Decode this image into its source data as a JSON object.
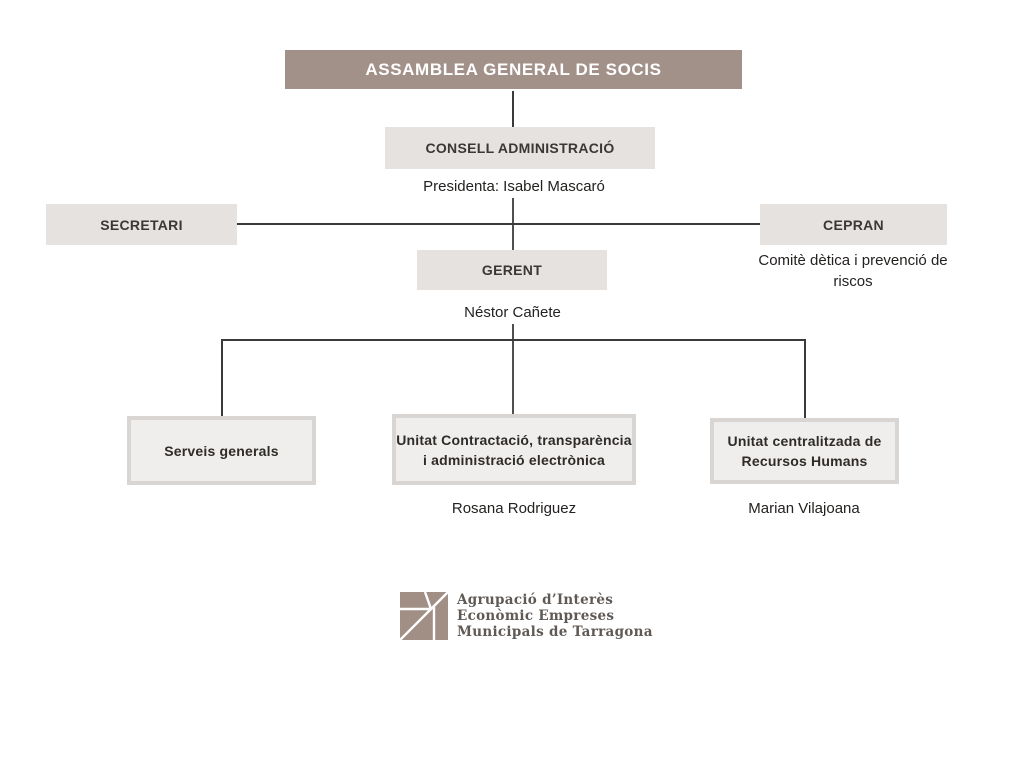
{
  "colors": {
    "root_box_bg": "#a29189",
    "gray_box_bg": "#e6e2df",
    "unit_box_bg": "#f0eeec",
    "unit_box_border": "#d9d5d2",
    "connector_line": "#3a3a3a",
    "logo_mark": "#a18f85",
    "logo_text": "#5f5a55"
  },
  "nodes": {
    "assamblea": {
      "label": "ASSAMBLEA GENERAL DE SOCIS"
    },
    "consell": {
      "label": "CONSELL ADMINISTRACIÓ",
      "person": "Presidenta: Isabel Mascaró"
    },
    "secretari": {
      "label": "SECRETARI"
    },
    "cepran": {
      "label": "CEPRAN",
      "description": "Comitè dètica i prevenció de riscos"
    },
    "gerent": {
      "label": "GERENT",
      "person": "Néstor Cañete"
    },
    "units": [
      {
        "label": "Serveis generals",
        "person": ""
      },
      {
        "label": "Unitat Contractació, transparència i administració electrònica",
        "person": "Rosana Rodriguez"
      },
      {
        "label": "Unitat centralitzada de Recursos Humans",
        "person": "Marian Vilajoana"
      }
    ]
  },
  "footer": {
    "logo_lines": [
      "Agrupació d’Interès",
      "Econòmic Empreses",
      "Municipals de Tarragona"
    ]
  }
}
